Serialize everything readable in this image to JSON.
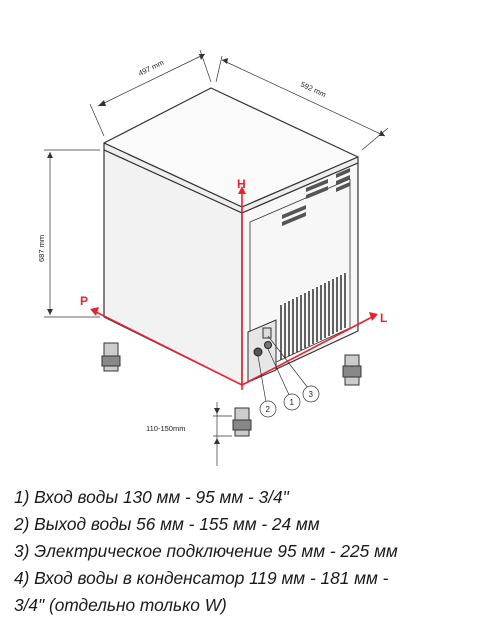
{
  "dimensions": {
    "width_label": "497 mm",
    "depth_label": "592 mm",
    "height_label": "687 mm",
    "feet_label": "110-150mm"
  },
  "axes": {
    "h": "H",
    "p": "P",
    "l": "L"
  },
  "callouts": [
    "2",
    "1",
    "3"
  ],
  "colors": {
    "axis_red": "#e8232f",
    "outline": "#333333",
    "body_gray": "#f4f4f4"
  },
  "legend": [
    "1) Вход воды 130 мм - 95 мм - 3/4\"",
    "2) Выход воды 56 мм - 155 мм - 24 мм",
    "3) Электрическое подключение 95 мм - 225 мм",
    "4) Вход воды в конденсатор 119 мм - 181 мм -",
    "3/4\" (отдельно только W)"
  ]
}
